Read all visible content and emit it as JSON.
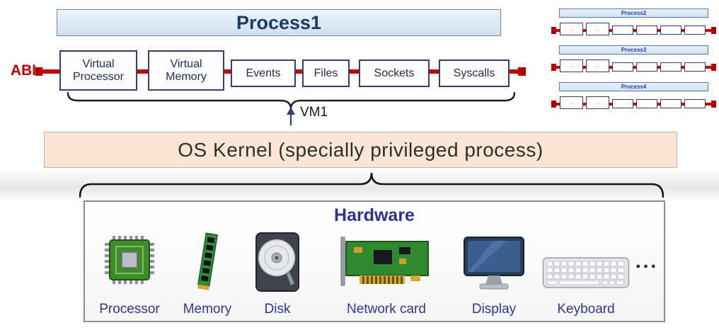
{
  "abi": {
    "label": "ABI"
  },
  "process1": {
    "title": "Process1",
    "components": [
      "Virtual Processor",
      "Virtual Memory",
      "Events",
      "Files",
      "Sockets",
      "Syscalls"
    ]
  },
  "vm1": {
    "label": "VM1"
  },
  "kernel": {
    "label": "OS Kernel (specially privileged process)"
  },
  "hardware": {
    "title": "Hardware",
    "items": [
      "Processor",
      "Memory",
      "Disk",
      "Network card",
      "Display",
      "Keyboard"
    ],
    "more": "..."
  },
  "mini_processes": {
    "items": [
      "Process2",
      "Process3",
      "Process4"
    ],
    "box_mark": ".."
  },
  "colors": {
    "abi_red": "#c00000",
    "process_title_fill": "#dce9f7",
    "component_border_blue": "#333f6e",
    "kernel_fill": "#fbe5d4",
    "hardware_label_blue": "#30368f"
  }
}
